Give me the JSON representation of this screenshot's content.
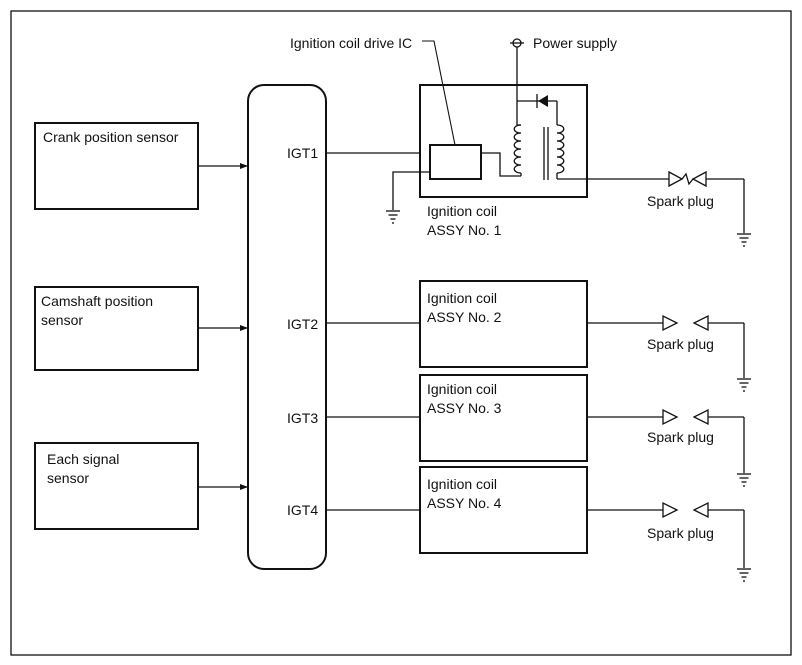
{
  "sensors": [
    {
      "line1": "Crank position sensor",
      "line2": ""
    },
    {
      "line1": "Camshaft position",
      "line2": "sensor"
    },
    {
      "line1": "Each signal",
      "line2": "sensor"
    }
  ],
  "ecu_outputs": [
    "IGT1",
    "IGT2",
    "IGT3",
    "IGT4"
  ],
  "coils": [
    {
      "line1": "Ignition coil",
      "line2": "ASSY No. 1"
    },
    {
      "line1": "Ignition coil",
      "line2": "ASSY No. 2"
    },
    {
      "line1": "Ignition coil",
      "line2": "ASSY No. 3"
    },
    {
      "line1": "Ignition coil",
      "line2": "ASSY No. 4"
    }
  ],
  "labels": {
    "drive_ic": "Ignition coil drive IC",
    "power_supply": "Power supply",
    "spark_plug": "Spark plug"
  },
  "colors": {
    "line": "#111111",
    "background": "#ffffff"
  }
}
